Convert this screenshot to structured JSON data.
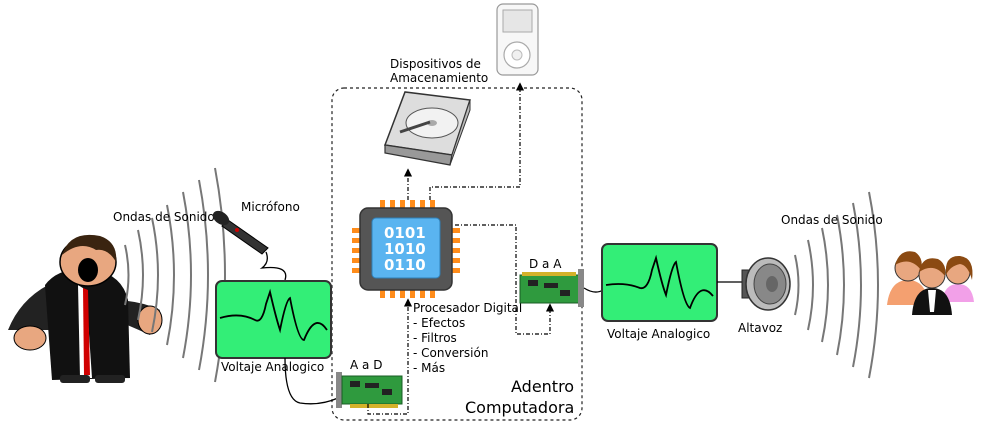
{
  "labels": {
    "sound_waves_left": "Ondas de Sonido",
    "microphone": "Micrófono",
    "analog_voltage_left": "Voltaje Analogico",
    "adc": "A a D",
    "storage_line1": "Dispositivos de",
    "storage_line2": "Amacenamiento",
    "processor_title": "Procesador Digital",
    "processor_items": [
      "- Efectos",
      "- Filtros",
      "- Conversión",
      "- Más"
    ],
    "chip_bits": [
      "0101",
      "1010",
      "0110"
    ],
    "dac": "D a A",
    "computer_line1": "Adentro",
    "computer_line2": "Computadora",
    "analog_voltage_right": "Voltaje Analogico",
    "speaker": "Altavoz",
    "sound_waves_right": "Ondas de Sonido"
  },
  "colors": {
    "scope_fill": "#33ee77",
    "chip_body": "#555555",
    "chip_pins": "#ff8c1a",
    "chip_screen": "#5ab4f0",
    "board_green": "#2f9a3e"
  }
}
